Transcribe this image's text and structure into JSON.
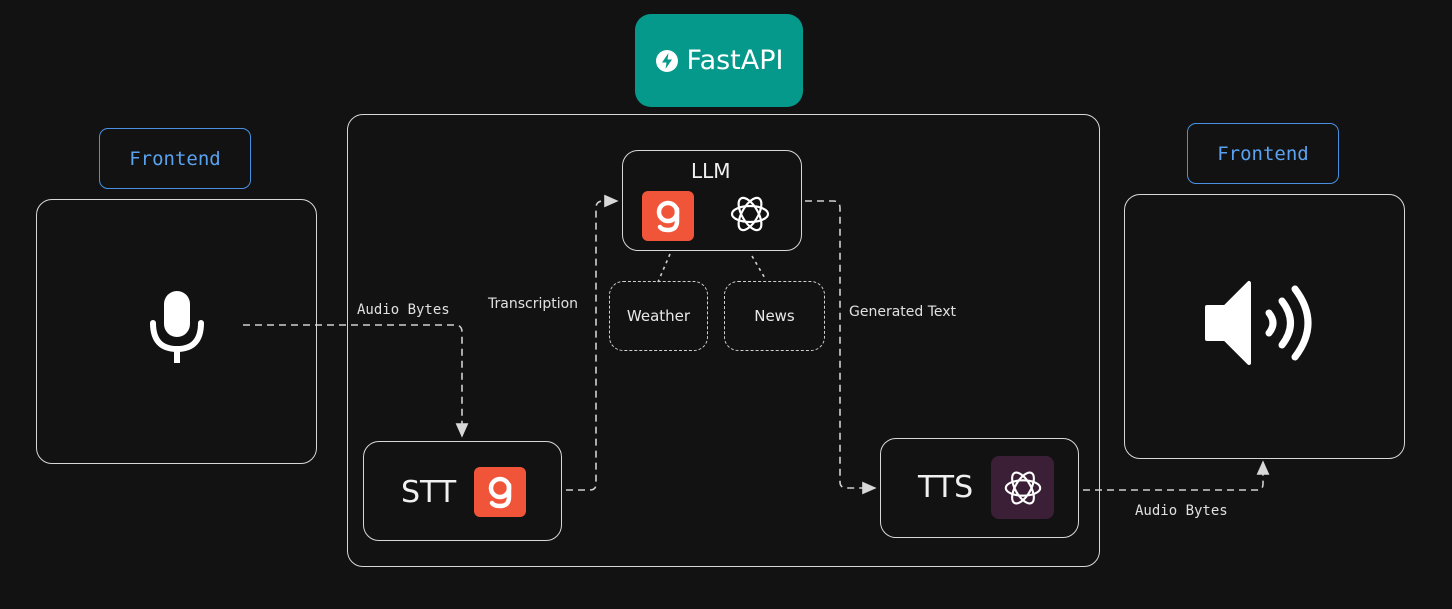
{
  "fastapi": {
    "label": "FastAPI",
    "icon": "bolt-icon",
    "color": "#05998b"
  },
  "frontend_left": {
    "tag": "Frontend",
    "icon": "microphone-icon"
  },
  "frontend_right": {
    "tag": "Frontend",
    "icon": "speaker-icon"
  },
  "backend": {
    "llm": {
      "title": "LLM",
      "logos": [
        "groq-logo",
        "openai-logo"
      ]
    },
    "stt": {
      "title": "STT",
      "logo": "groq-logo"
    },
    "tts": {
      "title": "TTS",
      "logo": "openai-logo"
    },
    "tools": [
      "Weather",
      "News"
    ]
  },
  "edges": {
    "mic_to_stt": "Audio Bytes",
    "stt_to_llm": "Transcription",
    "llm_to_tts": "Generated Text",
    "tts_to_speaker": "Audio Bytes"
  },
  "colors": {
    "groq": "#f0553a",
    "openai_dark": "#3a1f37",
    "frontend_tag": "#4a90e2"
  }
}
